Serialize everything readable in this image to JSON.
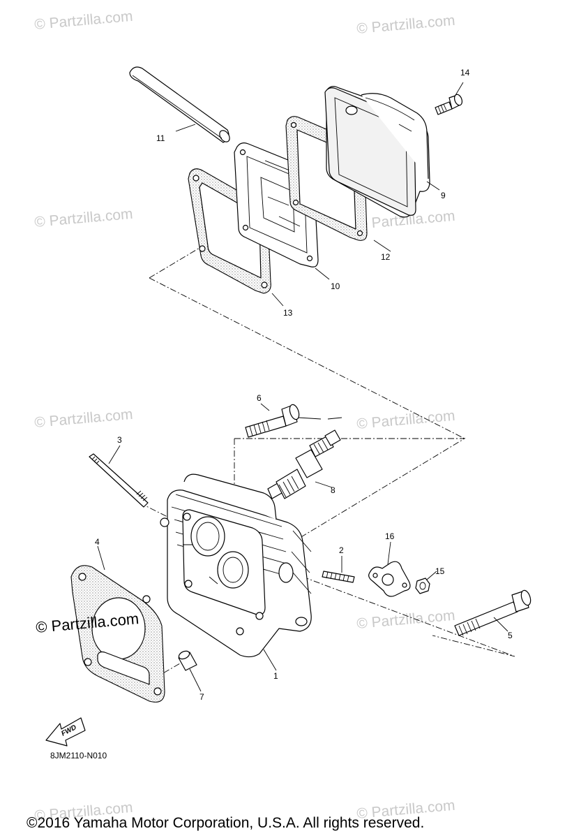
{
  "watermark": {
    "text": "© Partzilla.com",
    "prominent_text": "© Partzilla.com"
  },
  "callouts": {
    "c1": "1",
    "c2": "2",
    "c3": "3",
    "c4": "4",
    "c5": "5",
    "c6": "6",
    "c7": "7",
    "c8": "8",
    "c9": "9",
    "c10": "10",
    "c11": "11",
    "c12": "12",
    "c13": "13",
    "c14": "14",
    "c15": "15",
    "c16": "16"
  },
  "fwd_label": "FWD",
  "diagram_code": "8JM2110-N010",
  "copyright": "©2016 Yamaha Motor Corporation, U.S.A. All rights reserved."
}
